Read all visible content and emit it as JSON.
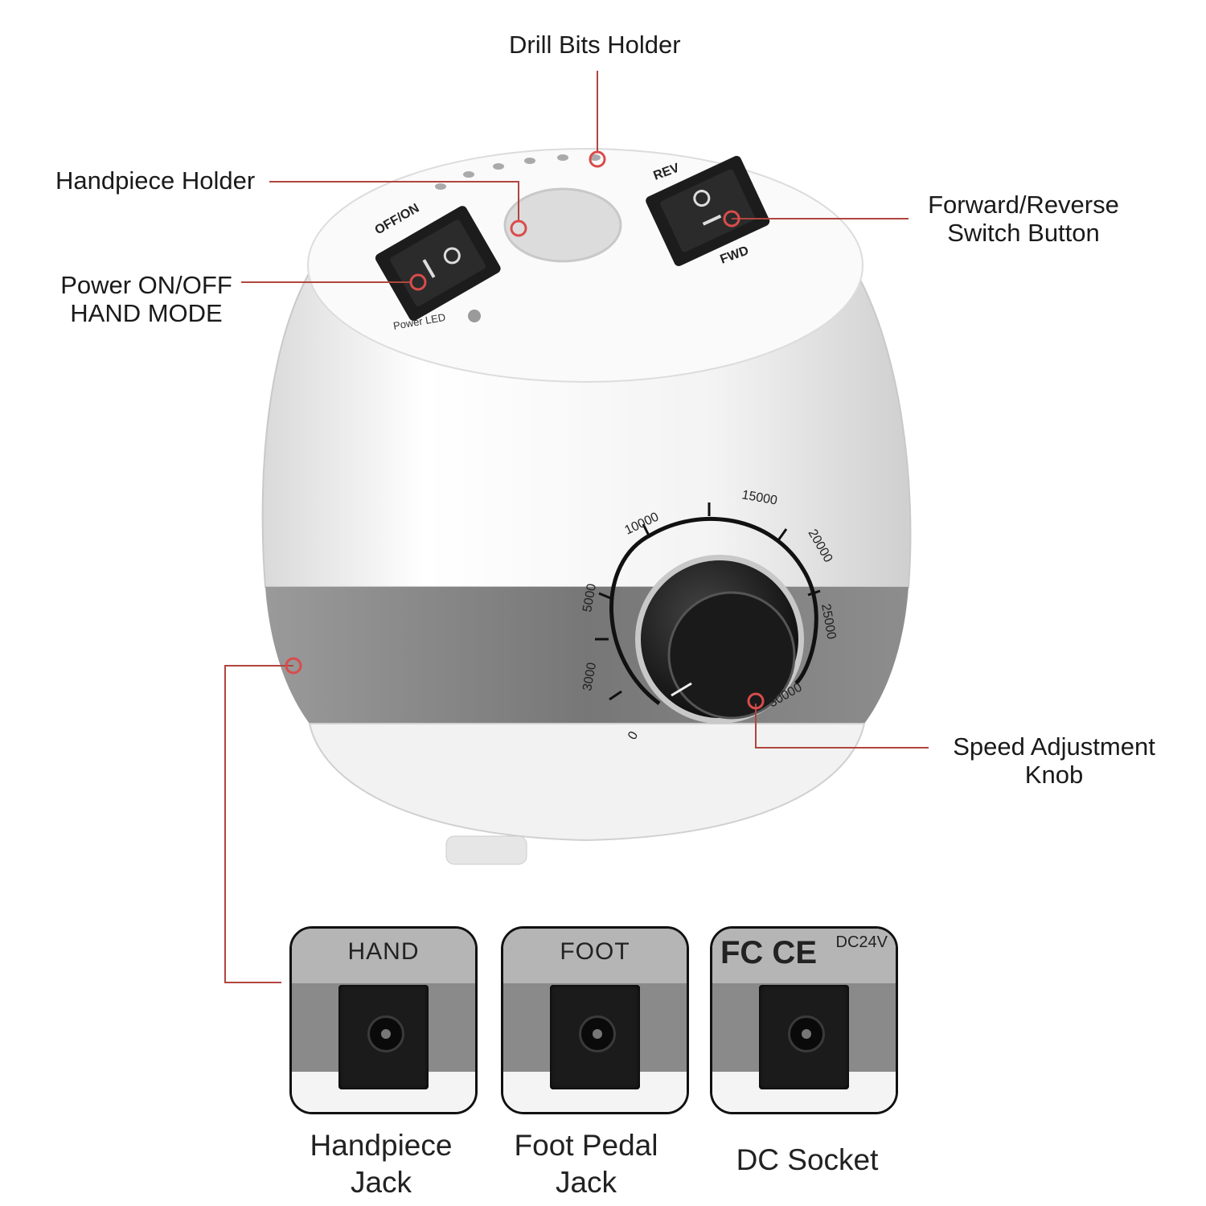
{
  "labels": {
    "drill_bits_holder": "Drill Bits Holder",
    "handpiece_holder": "Handpiece Holder",
    "forward_reverse_line1": "Forward/Reverse",
    "forward_reverse_line2": "Switch Button",
    "power_line1": "Power ON/OFF",
    "power_line2": "HAND MODE",
    "speed_line1": "Speed Adjustment",
    "speed_line2": "Knob"
  },
  "device": {
    "switch_power_text": "OFF/ON",
    "switch_dir_top": "REV",
    "switch_dir_bottom": "FWD",
    "power_led_text": "Power LED",
    "dial_marks": [
      "0",
      "3000",
      "5000",
      "10000",
      "15000",
      "20000",
      "25000",
      "30000"
    ]
  },
  "jacks": [
    {
      "tag": "HAND",
      "caption_line1": "Handpiece",
      "caption_line2": "Jack"
    },
    {
      "tag": "FOOT",
      "caption_line1": "Foot Pedal",
      "caption_line2": "Jack"
    },
    {
      "tag": "FC CE",
      "tag_extra": "DC24V",
      "caption_line1": "DC Socket",
      "caption_line2": ""
    }
  ],
  "colors": {
    "callout_line": "#b0463f",
    "callout_dot": "#d94c4c",
    "body_white": "#f7f7f7",
    "band_gray": "#7d7d7d",
    "knob": "#1a1a1a"
  }
}
